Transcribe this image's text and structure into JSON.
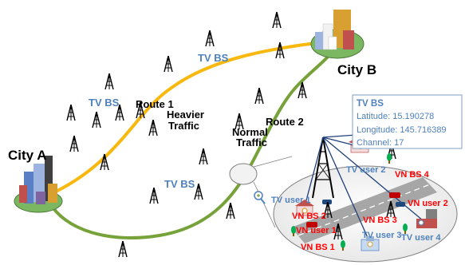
{
  "cities": {
    "a": "City A",
    "b": "City B"
  },
  "routes": {
    "route1": {
      "label": "Route 1",
      "traffic": [
        "Heavier",
        "Traffic"
      ],
      "color": "#f9b80e"
    },
    "route2": {
      "label": "Route 2",
      "traffic": [
        "Normal",
        "Traffic"
      ],
      "color": "#76a239"
    }
  },
  "tv_bs_labels": [
    "TV BS",
    "TV BS",
    "TV BS"
  ],
  "info_box": {
    "title": "TV BS",
    "latitude": "Latitude: 15.190278",
    "longitude": "Longitude: 145.716389",
    "channel": "Channel: 17",
    "border_color": "#7f9fc4"
  },
  "zoom": {
    "tv_users": [
      "TV user 1",
      "TV user 2",
      "TV user 3",
      "TV user 4"
    ],
    "vn_users": [
      "VN user 1",
      "VN user 2"
    ],
    "vn_bs": [
      "VN BS 1",
      "VN BS 2",
      "VN BS 3",
      "VN BS 4"
    ]
  },
  "colors": {
    "text_blue": "#4f81bd",
    "text_red": "#ff0000",
    "road": "#a6a6a6"
  }
}
